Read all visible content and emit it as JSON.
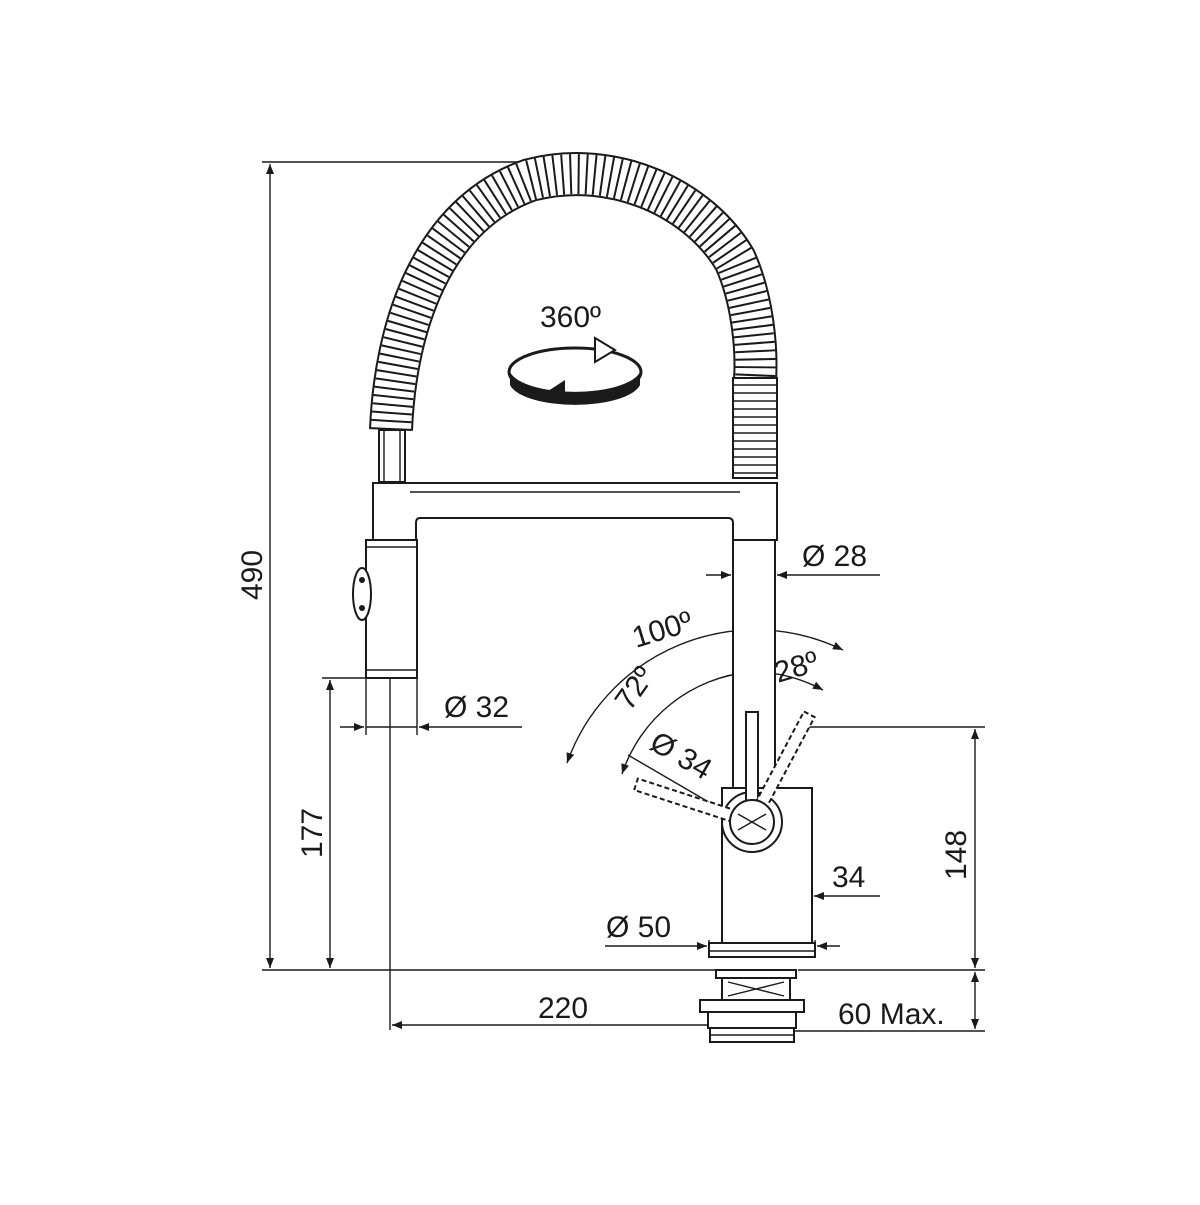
{
  "rotation_label": "360º",
  "dimensions": {
    "total_height": "490",
    "spout_height": "177",
    "body_height": "148",
    "reach": "220",
    "spray_diameter": "Ø 32",
    "column_diameter": "Ø 28",
    "lever_angle_total": "100º",
    "lever_angle_left": "72º",
    "lever_angle_right": "28º",
    "handle_diameter": "Ø 34",
    "body_depth": "34",
    "base_diameter": "Ø 50",
    "counter_thickness": "60 Max."
  }
}
